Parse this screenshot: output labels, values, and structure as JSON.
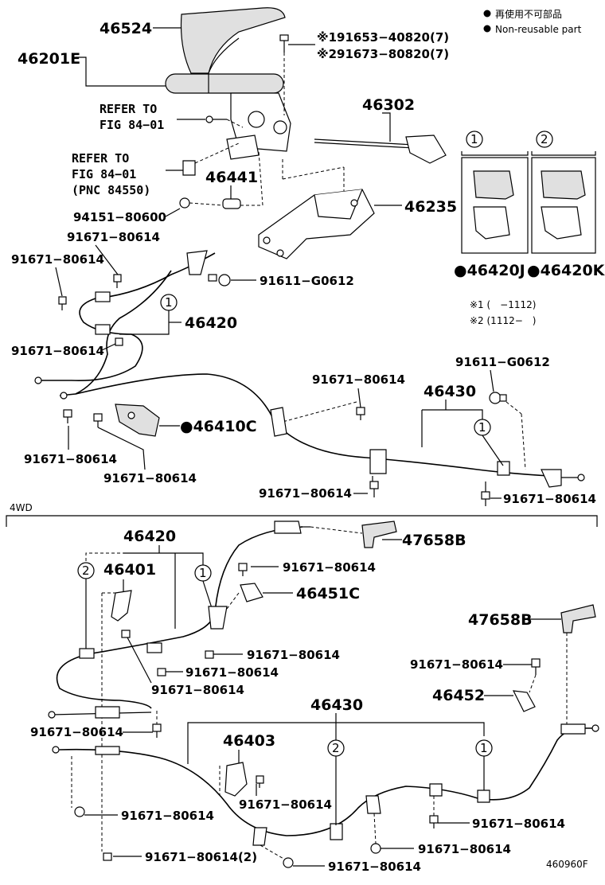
{
  "legend": {
    "line1": "再使用不可部品",
    "line2": "Non-reusable part",
    "variant1": "※1 (　−1112)",
    "variant2": "※2 (1112−　)"
  },
  "upper": {
    "p46524": "46524",
    "p46201E": "46201E",
    "bolt1": "※191653−40820(7)",
    "bolt2": "※291673−80820(7)",
    "refer1_l1": "REFER TO",
    "refer1_l2": "FIG 84−01",
    "refer2_l1": "REFER TO",
    "refer2_l2": "FIG 84−01",
    "refer2_l3": "(PNC 84550)",
    "p46302": "46302",
    "p46441": "46441",
    "p94151": "94151−80600",
    "p46235": "46235",
    "c1": "1",
    "c2": "2",
    "p46420J": "●46420J",
    "p46420K": "●46420K",
    "b91671_a": "91671−80614",
    "b91671_b": "91671−80614",
    "b91611_a": "91611−G0612",
    "p46420": "46420",
    "c46420": "1",
    "b91671_c": "91671−80614",
    "b91611_b": "91611−G0612",
    "b91671_d": "91671−80614",
    "p46430": "46430",
    "c46430": "1",
    "p46410C": "●46410C",
    "b91671_e": "91671−80614",
    "b91671_f": "91671−80614",
    "b91671_g": "91671−80614",
    "b91671_h": "91671−80614"
  },
  "section_label": "4WD",
  "lower": {
    "p46420": "46420",
    "c2": "2",
    "p46401": "46401",
    "c1": "1",
    "p47658B_a": "47658B",
    "b91671_a": "91671−80614",
    "p46451C": "46451C",
    "p47658B_b": "47658B",
    "b91671_b": "91671−80614",
    "b91671_c": "91671−80614",
    "b91671_d": "91671−80614",
    "b91671_e": "91671−80614",
    "p46452": "46452",
    "p46430": "46430",
    "b91671_f": "91671−80614",
    "p46403": "46403",
    "c2b": "2",
    "c1b": "1",
    "b91671_g": "91671−80614",
    "b91671_h": "91671−80614",
    "b91671_i": "91671−80614",
    "b91671_j": "91671−80614",
    "b91671_k": "91671−80614(2)",
    "b91671_l": "91671−80614"
  },
  "figure_code": "460960F"
}
